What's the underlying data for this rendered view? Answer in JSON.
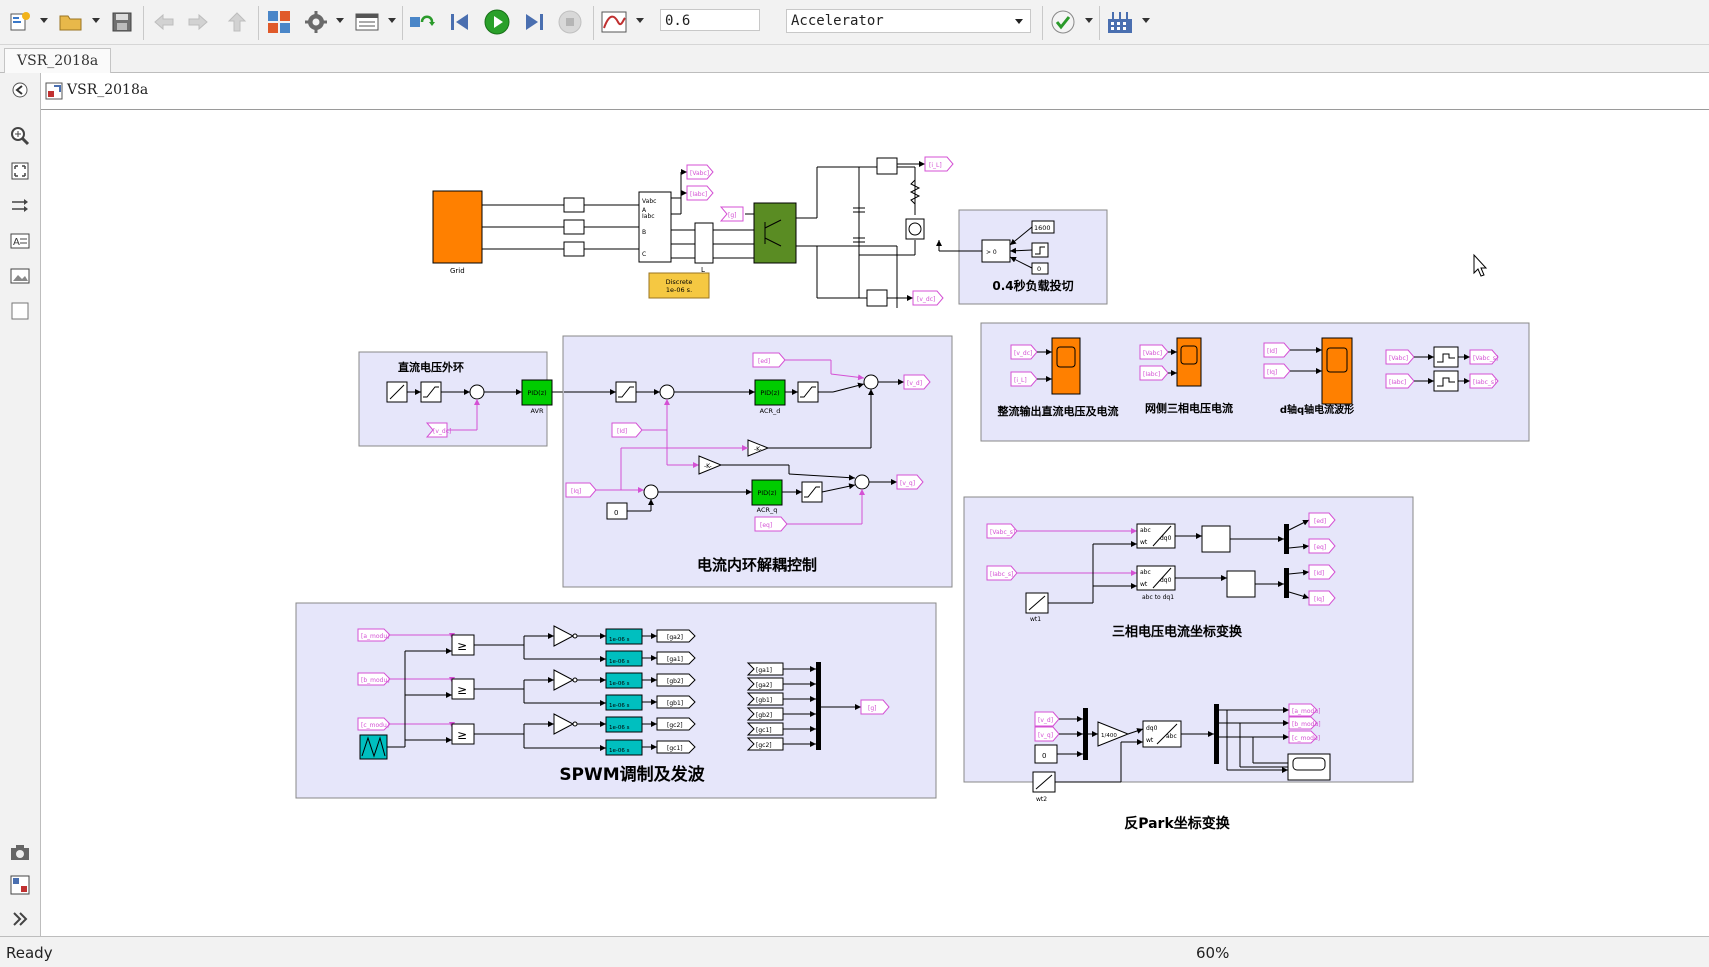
{
  "toolbar": {
    "stop_time": "0.6",
    "sim_mode": "Accelerator"
  },
  "tabs": [
    {
      "label": "VSR_2018a"
    }
  ],
  "breadcrumb": {
    "model": "VSR_2018a"
  },
  "status": {
    "left": "Ready",
    "zoom": "60%"
  },
  "icons": {
    "new": "new-model-icon",
    "open": "open-icon",
    "save": "save-icon",
    "back": "back-icon",
    "forward": "forward-icon",
    "up": "up-icon",
    "library": "library-browser-icon",
    "settings": "gear-icon",
    "explorer": "model-explorer-icon",
    "update": "update-diagram-icon",
    "step_back": "step-back-icon",
    "run": "run-icon",
    "step_forward": "step-forward-icon",
    "stop": "stop-icon",
    "data_inspector": "data-inspector-icon",
    "advisor": "model-advisor-icon",
    "debug": "debug-icon"
  },
  "colors": {
    "subsystem_fill": "#e6e6fa",
    "grid_orange": "#ff8000",
    "pid_green": "#00cc00",
    "converter_green": "#5a8c23",
    "zoh_cyan": "#00bfbf",
    "tag_magenta": "#d451d4",
    "powergui_yellow": "#f5c842"
  },
  "diagram": {
    "grid_label": "Grid",
    "inductor_label": "L",
    "powergui": {
      "line1": "Discrete",
      "line2": "1e-06 s."
    },
    "load_switch": {
      "title": "0.4秒负载投切",
      "const_a": "1600",
      "const_b": "0"
    },
    "tags": {
      "vabc": "[Vabc]",
      "iabc": "[Iabc]",
      "g": "[g]",
      "i_l": "[i_L]",
      "v_dc": "[v_dc]",
      "id": "[Id]",
      "iq": "[Iq]",
      "ed": "[ed]",
      "eq": "[eq]",
      "v_d": "[v_d]",
      "v_q": "[v_q]",
      "vabc_s": "[Vabc_s]",
      "iabc_s": "[Iabc_s]",
      "a_modu": "[a_modu]",
      "b_modu": "[b_modu]",
      "c_modu": "[c_modu]",
      "ga1": "[ga1]",
      "ga2": "[ga2]",
      "gb1": "[gb1]",
      "gb2": "[gb2]",
      "gc1": "[gc1]",
      "gc2": "[gc2]"
    },
    "voltage_loop": {
      "title": "直流电压外环",
      "pid": "PID(z)",
      "pid_label": "AVR"
    },
    "current_loop": {
      "title": "电流内环解耦控制",
      "pid_d": "ACR_d",
      "pid_q": "ACR_q",
      "gain": "-K-",
      "zero": "0",
      "pid": "PID(z)"
    },
    "scopes": {
      "dc": "整流输出直流电压及电流",
      "grid": "网侧三相电压电流",
      "dq": "d轴q轴电流波形"
    },
    "spwm": {
      "title": "SPWM调制及发波",
      "ge": "≥",
      "zoh": "1e-06 s"
    },
    "transform": {
      "title": "三相电压电流坐标变换",
      "abc": "abc",
      "dq0": "dq0",
      "wt": "wt",
      "label": "abc to dq1",
      "clock": "wt1"
    },
    "inv_park": {
      "title": "反Park坐标变换",
      "gain": "1/400",
      "zero": "0",
      "dq0": "dq0",
      "abc": "abc",
      "clock": "wt2"
    }
  }
}
